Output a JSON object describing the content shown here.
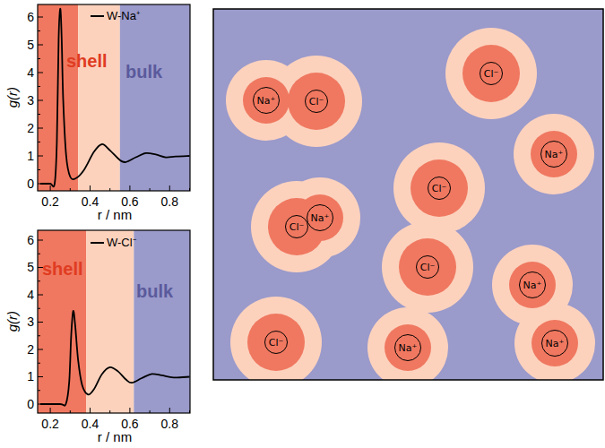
{
  "diagram": {
    "nodes": [
      {
        "text": [
          "Na⁺"
        ]
      },
      {
        "text": [
          "Cl⁻"
        ]
      },
      {
        "text": [
          "Cl⁻"
        ]
      },
      {
        "text": [
          "Na⁺"
        ]
      },
      {
        "text": [
          "Cl⁻"
        ]
      },
      {
        "text": [
          "Na⁺"
        ]
      },
      {
        "text": [
          "Cl⁻"
        ]
      },
      {
        "text": [
          "Cl⁻"
        ]
      },
      {
        "text": [
          "Na⁺"
        ]
      },
      {
        "text": [
          "Cl⁻"
        ]
      },
      {
        "text": [
          "Na⁺"
        ]
      },
      {
        "text": [
          "Na⁺"
        ]
      }
    ],
    "labels": [
      "g(r)",
      "0",
      "1",
      "2",
      "3",
      "4",
      "5",
      "6",
      "0.2",
      "0.4",
      "0.6",
      "0.8",
      "r / nm",
      "shell",
      "bulk",
      "g(r)",
      "0",
      "1",
      "2",
      "3",
      "4",
      "5",
      "6",
      "0.2",
      "0.4",
      "0.6",
      "0.8",
      "r / nm",
      "shell",
      "bulk"
    ],
    "legend": [
      {
        "text": "W-Na⁺"
      },
      {
        "text": "W-Cl⁻"
      }
    ]
  }
}
